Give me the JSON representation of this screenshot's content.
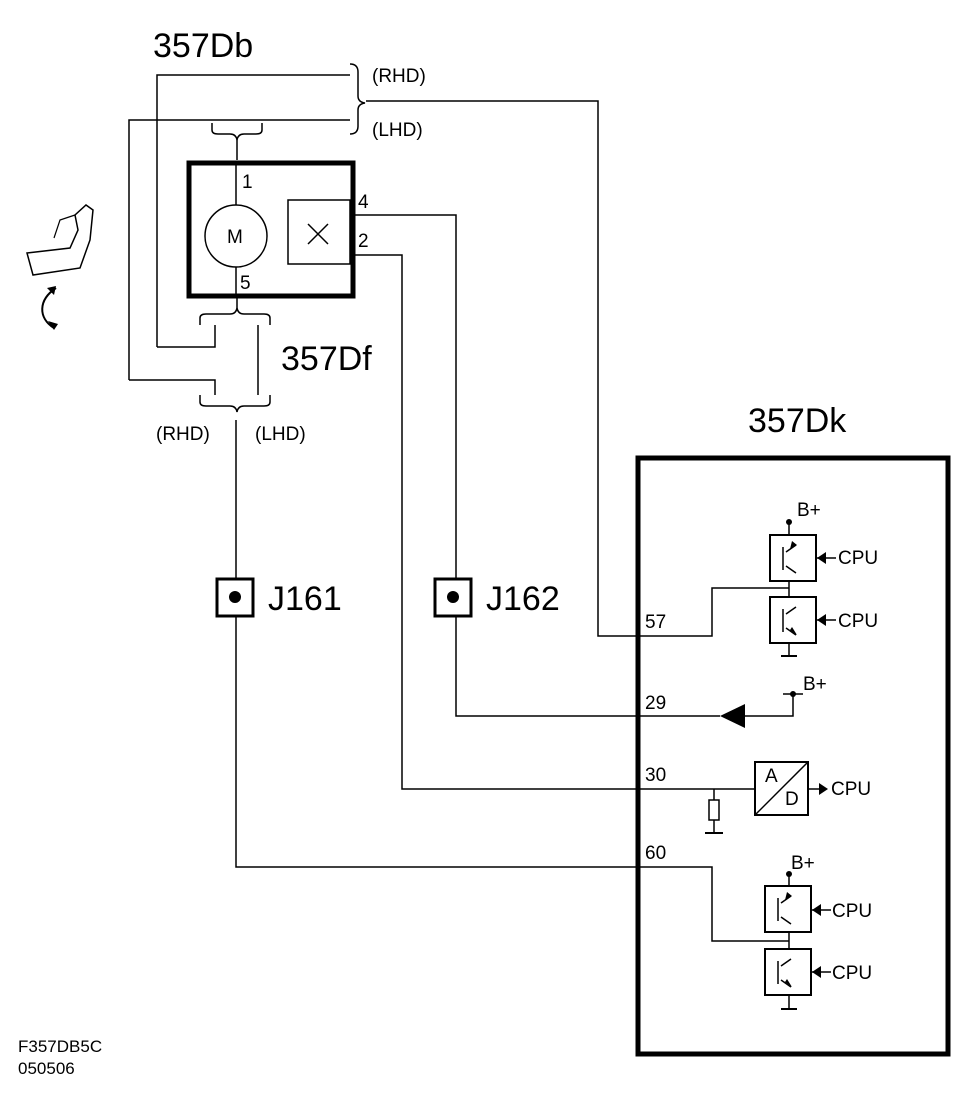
{
  "components": {
    "actuator_id": "357Db",
    "connector_id": "357Df",
    "module_id": "357Dk",
    "motor_symbol": "M"
  },
  "pins": {
    "motor_1": "1",
    "motor_5": "5",
    "sensor_4": "4",
    "sensor_2": "2",
    "module_57": "57",
    "module_29": "29",
    "module_30": "30",
    "module_60": "60"
  },
  "variants": {
    "rhd": "(RHD)",
    "lhd": "(LHD)"
  },
  "junctions": {
    "j161": "J161",
    "j162": "J162"
  },
  "signals": {
    "supply": "B+",
    "cpu": "CPU",
    "adc_a": "A",
    "adc_d": "D"
  },
  "footer": {
    "drawing_code": "F357DB5C",
    "date_code": "050506"
  }
}
